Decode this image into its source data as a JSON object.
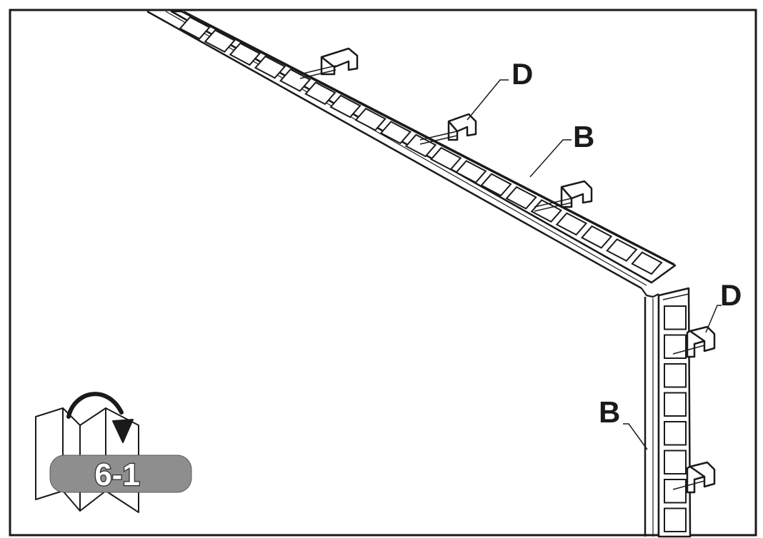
{
  "labels": {
    "d_top": "D",
    "b_top": "B",
    "d_right": "D",
    "b_right": "B"
  },
  "step_badge": {
    "text": "6-1",
    "icon": "page-turn-icon",
    "fill_color": "#8e8e8e"
  },
  "colors": {
    "line": "#1a1a1a",
    "background": "#ffffff"
  }
}
